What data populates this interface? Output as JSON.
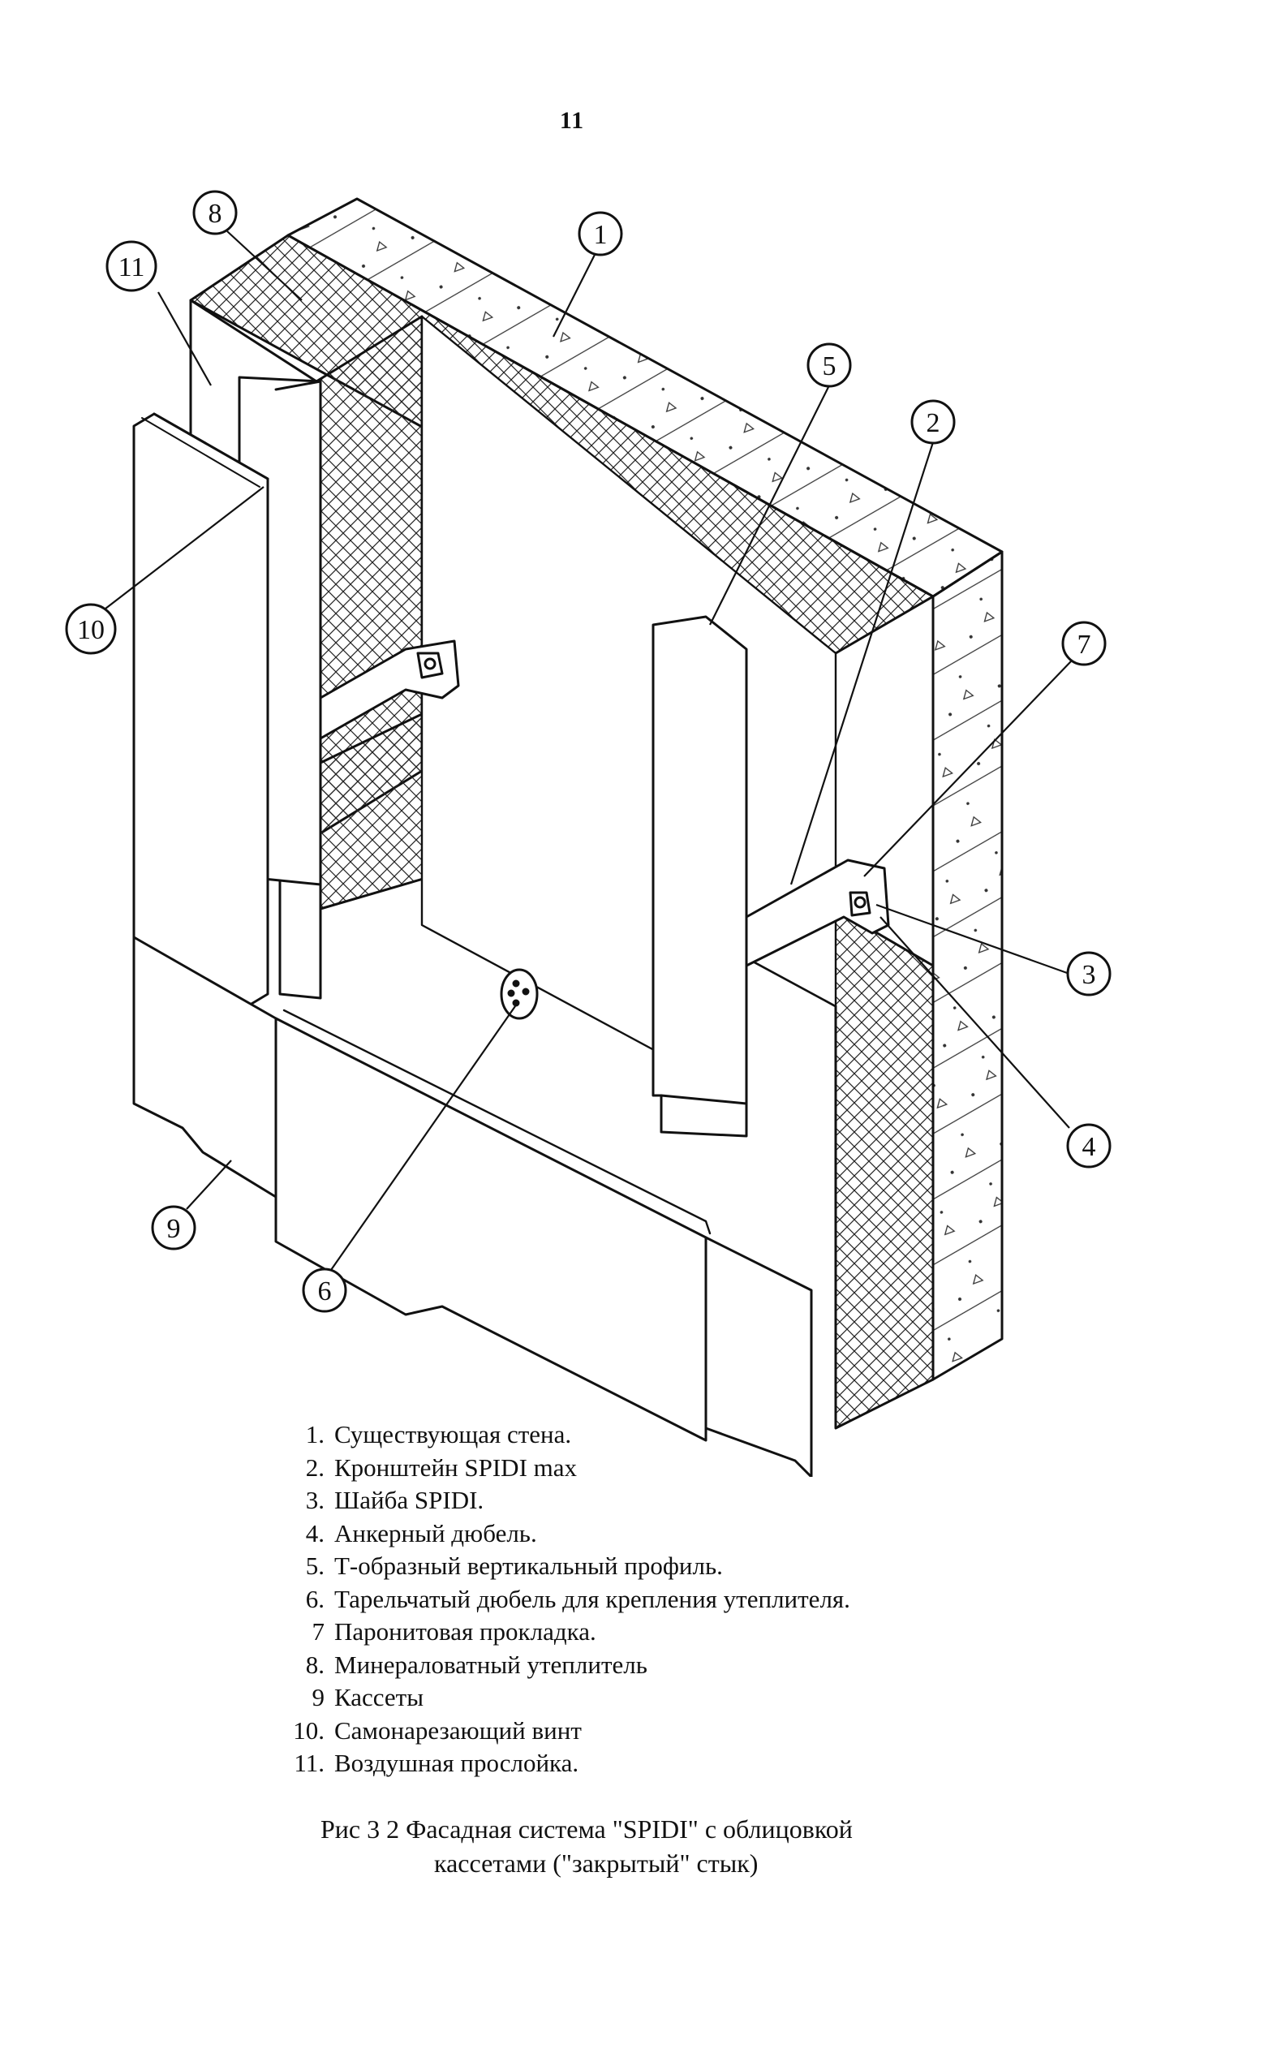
{
  "page_number": "11",
  "callouts": [
    {
      "id": "1",
      "label": "1"
    },
    {
      "id": "2",
      "label": "2"
    },
    {
      "id": "3",
      "label": "3"
    },
    {
      "id": "4",
      "label": "4"
    },
    {
      "id": "5",
      "label": "5"
    },
    {
      "id": "6",
      "label": "6"
    },
    {
      "id": "7",
      "label": "7"
    },
    {
      "id": "8",
      "label": "8"
    },
    {
      "id": "9",
      "label": "9"
    },
    {
      "id": "10",
      "label": "10"
    },
    {
      "id": "11",
      "label": "11"
    }
  ],
  "legend": [
    {
      "num": "1.",
      "text": "Существующая стена."
    },
    {
      "num": "2.",
      "text": "Кронштейн SPIDI max"
    },
    {
      "num": "3.",
      "text": "Шайба SPIDI."
    },
    {
      "num": "4.",
      "text": "Анкерный дюбель."
    },
    {
      "num": "5.",
      "text": "Т-образный вертикальный профиль."
    },
    {
      "num": "6.",
      "text": "Тарельчатый дюбель для крепления утеплителя."
    },
    {
      "num": "7",
      "text": "Паронитовая прокладка."
    },
    {
      "num": "8.",
      "text": "Минераловатный утеплитель"
    },
    {
      "num": "9",
      "text": "Кассеты"
    },
    {
      "num": "10.",
      "text": "Самонарезающий винт"
    },
    {
      "num": "11.",
      "text": "Воздушная прослойка."
    }
  ],
  "caption": {
    "line1": "Рис 3 2  Фасадная система \"SPIDI\" с облицовкой",
    "line2": "кассетами (\"закрытый\" стык)"
  },
  "colors": {
    "ink": "#111111",
    "paper": "#ffffff"
  }
}
